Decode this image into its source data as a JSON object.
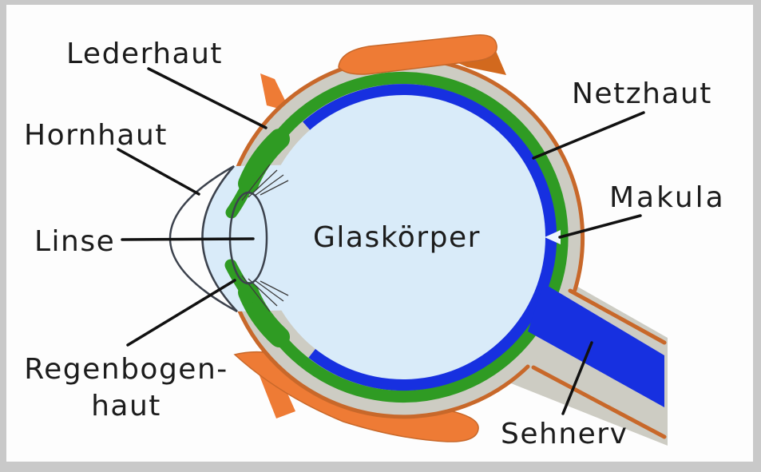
{
  "diagram": {
    "description": "Schematic cross-section of the human eye with German anatomical labels",
    "labels": {
      "lederhaut": "Lederhaut",
      "hornhaut": "Hornhaut",
      "linse": "Linse",
      "regenbogenhaut_line1": "Regenbogen-",
      "regenbogenhaut_line2": "haut",
      "netzhaut": "Netzhaut",
      "makula": "Makula",
      "glaskoerper": "Glaskörper",
      "sehnerv": "Sehnerv"
    },
    "colors": {
      "orange": "#ee7b35",
      "orange_fold": "#d2691e",
      "orange_dark": "#c8682a",
      "sclera": "#cdccc3",
      "green": "#2f9b23",
      "blue": "#1730e0",
      "vitreous": "#d9ebf9",
      "cornea": "#e9ecf8",
      "lens": "#dceefb",
      "notch": "#eef5fc",
      "outline_dark": "#3c424d",
      "label": "#1c1c1c",
      "leader": "#111111",
      "frame": "#c9c9c9",
      "background": "#fdfdfd"
    }
  }
}
